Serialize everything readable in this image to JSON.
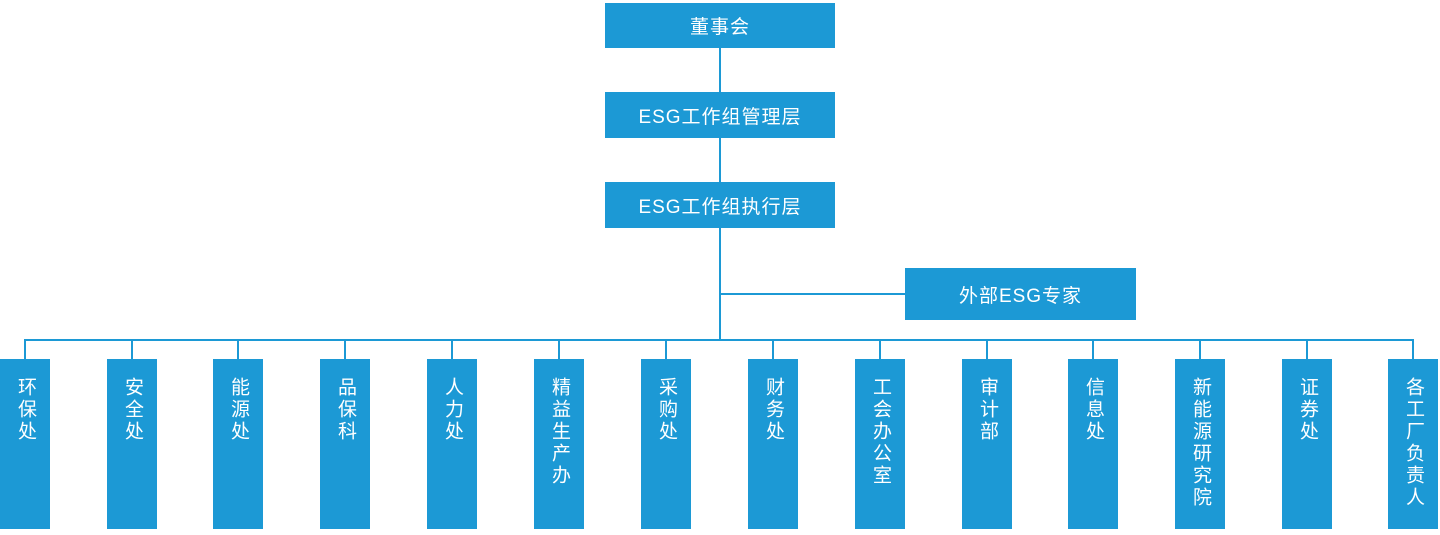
{
  "org_chart": {
    "colors": {
      "node_fill": "#1c99d5",
      "node_text": "#ffffff",
      "connector": "#1c99d5"
    },
    "root": {
      "label": "董事会"
    },
    "level2": {
      "label": "ESG工作组管理层"
    },
    "level3": {
      "label": "ESG工作组执行层"
    },
    "advisor": {
      "label": "外部ESG专家"
    },
    "departments": [
      "环保处",
      "安全处",
      "能源处",
      "品保科",
      "人力处",
      "精益生产办",
      "采购处",
      "财务处",
      "工会办公室",
      "审计部",
      "信息处",
      "新能源研究院",
      "证券处",
      "各工厂负责人"
    ]
  }
}
